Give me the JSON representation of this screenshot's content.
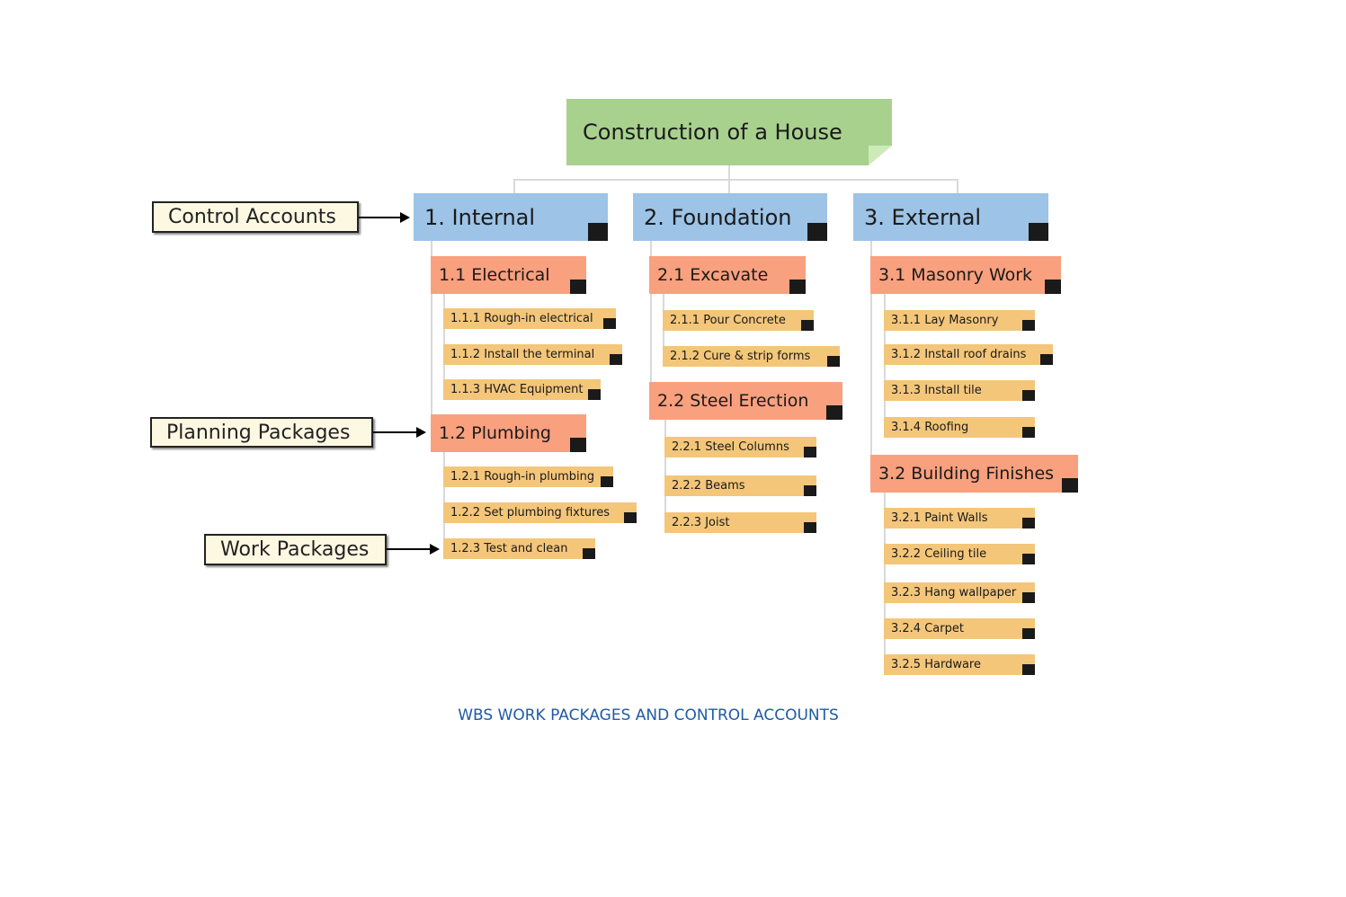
{
  "root": "Construction of a House",
  "branches": [
    {
      "label": "1. Internal",
      "groups": [
        {
          "label": "1.1 Electrical",
          "items": [
            "1.1.1 Rough-in electrical",
            "1.1.2 Install the terminal",
            "1.1.3 HVAC Equipment"
          ]
        },
        {
          "label": "1.2 Plumbing",
          "items": [
            "1.2.1 Rough-in plumbing",
            "1.2.2 Set plumbing fixtures",
            "1.2.3 Test and clean"
          ]
        }
      ]
    },
    {
      "label": "2. Foundation",
      "groups": [
        {
          "label": "2.1 Excavate",
          "items": [
            "2.1.1 Pour Concrete",
            "2.1.2 Cure & strip forms"
          ]
        },
        {
          "label": "2.2 Steel Erection",
          "items": [
            "2.2.1 Steel Columns",
            "2.2.2 Beams",
            "2.2.3 Joist"
          ]
        }
      ]
    },
    {
      "label": "3. External",
      "groups": [
        {
          "label": "3.1 Masonry Work",
          "items": [
            "3.1.1 Lay Masonry",
            "3.1.2 Install roof drains",
            "3.1.3 Install tile",
            "3.1.4 Roofing"
          ]
        },
        {
          "label": "3.2 Building Finishes",
          "items": [
            "3.2.1 Paint Walls",
            "3.2.2 Ceiling tile",
            "3.2.3 Hang wallpaper",
            "3.2.4 Carpet",
            "3.2.5 Hardware"
          ]
        }
      ]
    }
  ],
  "annotations": {
    "control_accounts": "Control Accounts",
    "planning_packages": "Planning Packages",
    "work_packages": "Work Packages"
  },
  "caption": "WBS WORK PACKAGES AND CONTROL ACCOUNTS",
  "colors": {
    "root": "#a9d18e",
    "level1": "#9dc3e6",
    "level2": "#f9a07e",
    "level3": "#f4c67a",
    "caption": "#1f5aa6"
  }
}
